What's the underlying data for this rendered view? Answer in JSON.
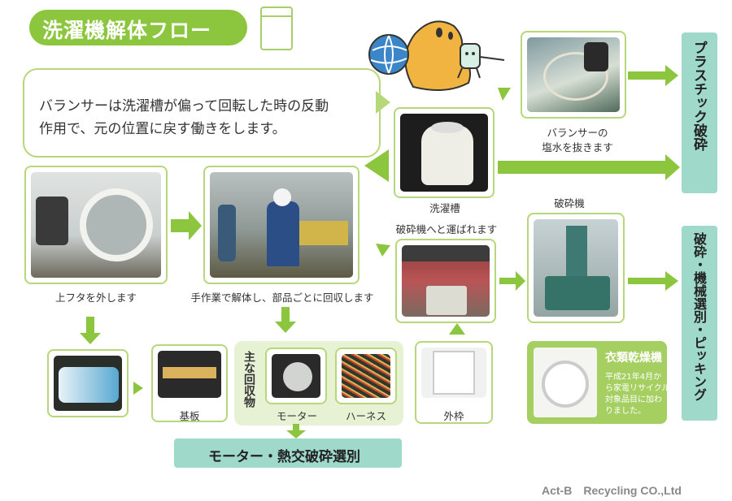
{
  "title": "洗濯機解体フロー",
  "explanation": {
    "line1": "バランサーは洗濯槽が偏って回転した時の反動",
    "line2": "作用で、元の位置に戻す働きをします。"
  },
  "steps": {
    "lid_removal": "上フタを外します",
    "manual_disassembly": "手作業で解体し、部品ごとに回収します",
    "tub": "洗濯槽",
    "balancer": "バランサーの",
    "balancer2": "塩水を抜きます",
    "to_crusher": "破砕機へと運ばれます",
    "crusher": "破砕機",
    "board": "基板",
    "motor": "モーター",
    "harness": "ハーネス",
    "frame": "外枠"
  },
  "recovered_label": "主な回収物",
  "dryer": {
    "title": "衣類乾燥機",
    "line1": "平成21年4月か",
    "line2": "ら家電リサイクル",
    "line3": "対象品目に加わ",
    "line4": "りました。"
  },
  "side_panels": {
    "plastic": "プラスチック破砕",
    "sorting": "破砕・機械選別・ピッキング"
  },
  "motor_panel": "モーター・熱交破砕選別",
  "footer": "Act-B　Recycling CO.,Ltd",
  "colors": {
    "accent_green": "#8cc63f",
    "light_green": "#e7f2d4",
    "mint": "#9ed9c9",
    "panel_green": "#a6cf62"
  },
  "icons": {
    "mascot": "cartoon-mascot-icon",
    "washer": "washing-machine-icon"
  }
}
